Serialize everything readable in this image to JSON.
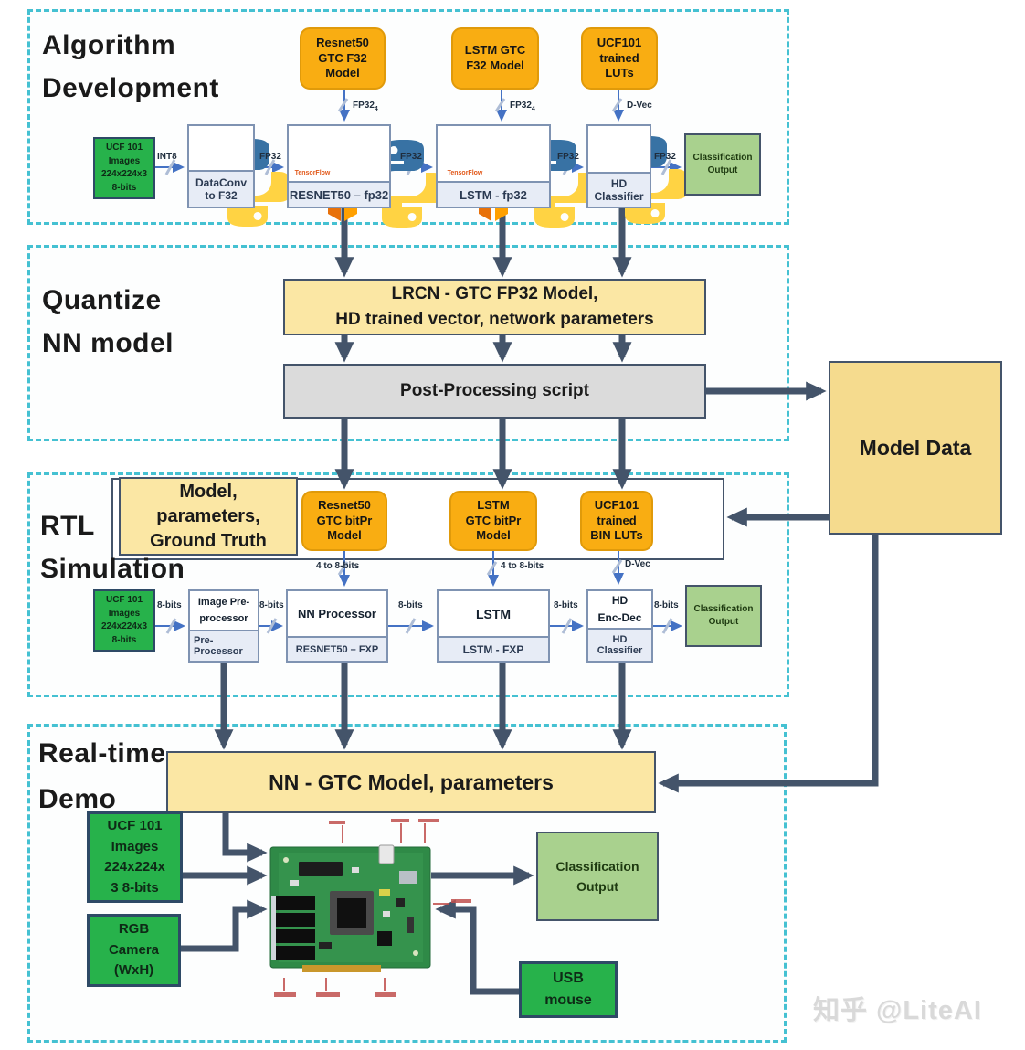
{
  "watermark": "知乎 @LiteAI",
  "labels": {
    "int8": "INT8",
    "fp32": "FP32",
    "fp32_sub": "4",
    "dvec": "D-Vec",
    "bits8": "8-bits",
    "to8bits": "4 to 8-bits",
    "tensorflow": "TensorFlow"
  },
  "algorithm": {
    "title": [
      "Algorithm",
      "Development"
    ],
    "models": [
      {
        "lines": [
          "Resnet50",
          "GTC F32",
          "Model"
        ]
      },
      {
        "lines": [
          "LSTM GTC",
          "F32 Model"
        ]
      },
      {
        "lines": [
          "UCF101",
          "trained",
          "LUTs"
        ]
      }
    ],
    "input": {
      "lines": [
        "UCF 101",
        "Images",
        "224x224x3",
        "8-bits"
      ]
    },
    "dataconv": {
      "strip": [
        "DataConv",
        "to F32"
      ]
    },
    "resnet_strip": "RESNET50 – fp32",
    "lstm_strip": "LSTM - fp32",
    "hd_strip": [
      "HD",
      "Classifier"
    ],
    "output": {
      "lines": [
        "Classification",
        "Output"
      ]
    }
  },
  "quantize": {
    "title": [
      "Quantize",
      "NN model"
    ],
    "lrcn": [
      "LRCN - GTC FP32 Model,",
      "HD trained vector, network parameters"
    ],
    "post": "Post-Processing script"
  },
  "model_data": "Model Data",
  "rtl": {
    "title": [
      "RTL",
      "Simulation"
    ],
    "ground": [
      "Model,",
      "parameters,",
      "Ground Truth"
    ],
    "models": [
      {
        "lines": [
          "Resnet50",
          "GTC bitPr",
          "Model"
        ]
      },
      {
        "lines": [
          "LSTM",
          "GTC bitPr",
          "Model"
        ]
      },
      {
        "lines": [
          "UCF101",
          "trained",
          "BIN LUTs"
        ]
      }
    ],
    "input": {
      "lines": [
        "UCF 101",
        "Images",
        "224x224x3",
        "8-bits"
      ]
    },
    "imagepre": {
      "body": [
        "Image Pre-",
        "processor"
      ],
      "strip": [
        "Pre-",
        "Processor"
      ]
    },
    "nnproc": {
      "body": "NN Processor",
      "strip": "RESNET50 – FXP"
    },
    "lstm": {
      "body": "LSTM",
      "strip": "LSTM - FXP"
    },
    "hd": {
      "body": [
        "HD",
        "Enc-Dec"
      ],
      "strip": [
        "HD",
        "Classifier"
      ]
    },
    "output": {
      "lines": [
        "Classification",
        "Output"
      ]
    }
  },
  "demo": {
    "title": [
      "Real-time",
      "Demo"
    ],
    "banner": "NN - GTC Model, parameters",
    "ucf": {
      "lines": [
        "UCF 101",
        "Images",
        "224x224x",
        "3 8-bits"
      ]
    },
    "camera": {
      "lines": [
        "RGB",
        "Camera",
        "(WxH)"
      ]
    },
    "output": {
      "lines": [
        "Classification",
        "Output"
      ]
    },
    "usb": {
      "lines": [
        "USB",
        "mouse"
      ]
    }
  }
}
